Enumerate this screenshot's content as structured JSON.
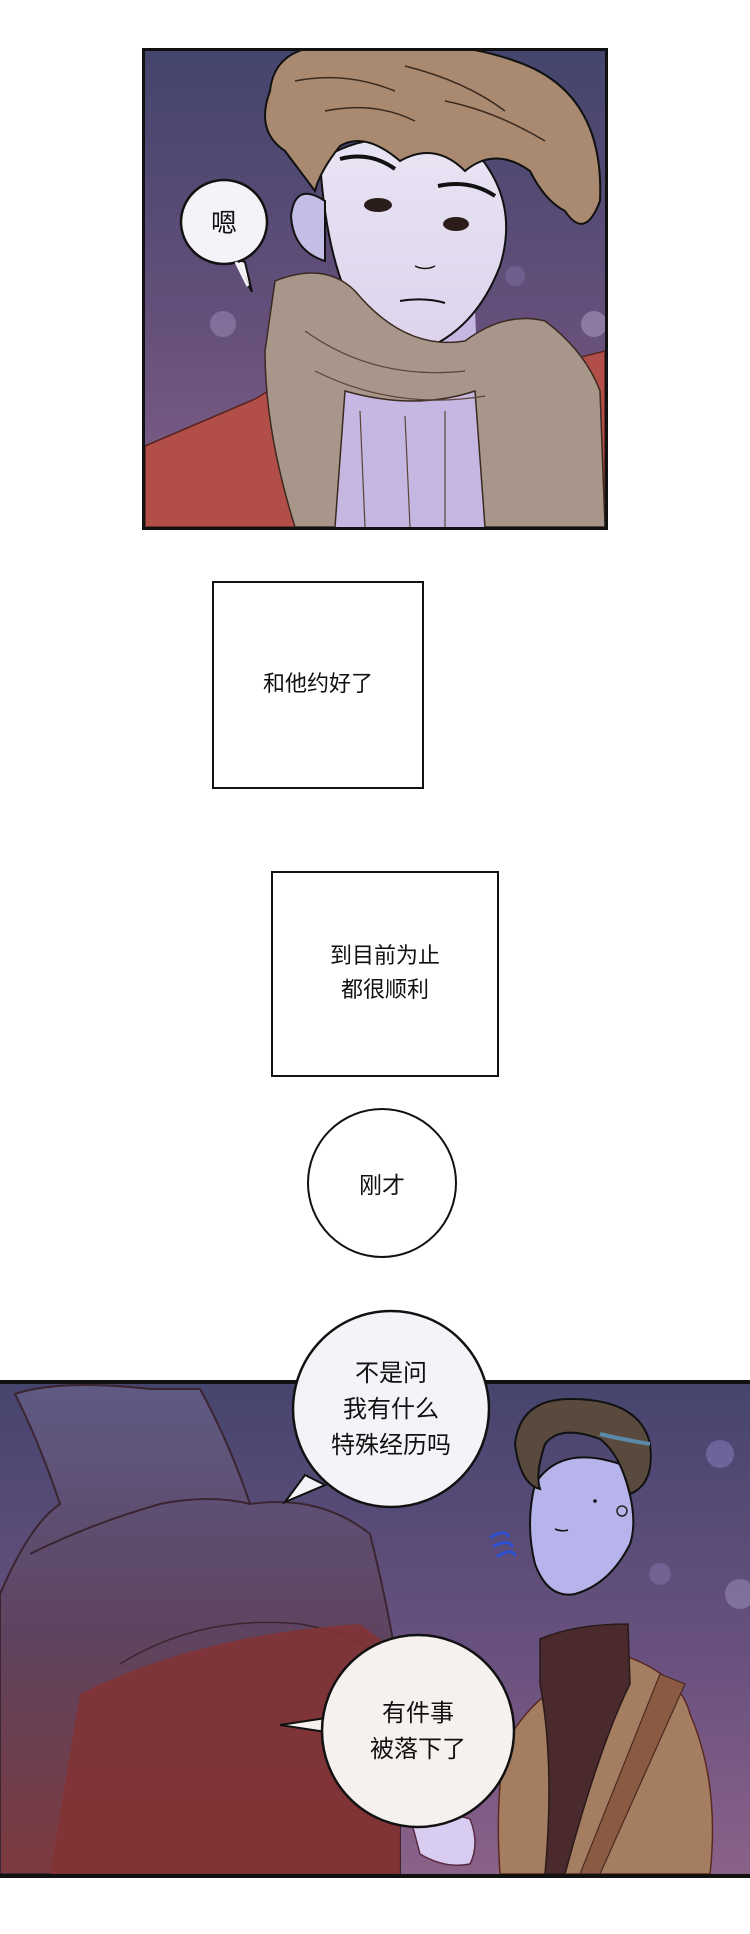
{
  "comic": {
    "panels": [
      {
        "id": "panel-1",
        "description": "close-up of curly-haired young man in beige scarf and red coat, night background",
        "speech": "嗯"
      },
      {
        "id": "panel-2",
        "description": "man in red coat seen from behind facing dark-haired man in brown coat and turtleneck",
        "speech": [
          "不是问\n我有什么\n特殊经历吗",
          "有件事\n被落下了"
        ]
      }
    ],
    "narration": [
      "和他约好了",
      "到目前为止\n都很顺利"
    ],
    "thought_bubble": "刚才",
    "sfx": "flustered squiggle"
  },
  "colors": {
    "night_top": "#46456e",
    "night_bottom": "#7a5a86",
    "red_coat": "#b45048",
    "scarf": "#a8968a",
    "brown_coat": "#a57e62",
    "turtleneck": "#4a2a2c",
    "skin_shadow": "#b6b4ea",
    "line": "#111111"
  }
}
